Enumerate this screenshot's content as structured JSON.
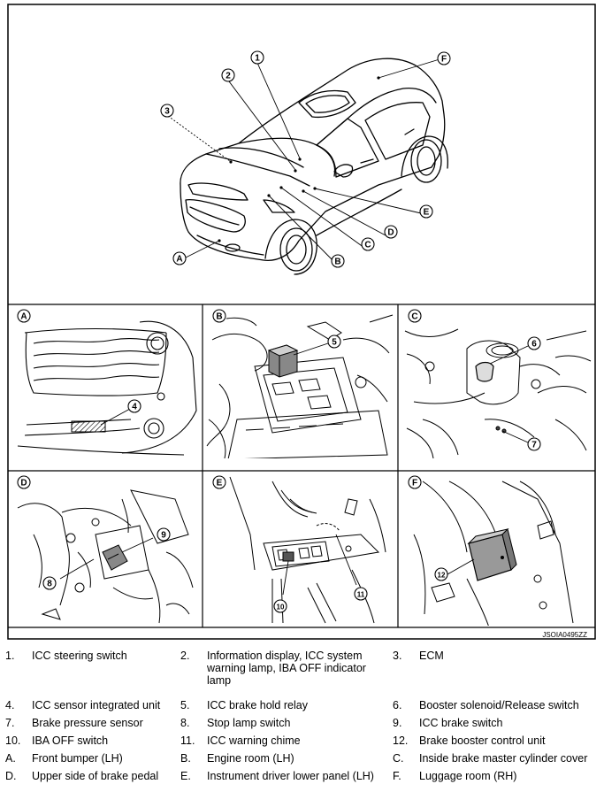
{
  "diagram": {
    "overview_callouts": [
      "1",
      "2",
      "3",
      "F",
      "E",
      "D",
      "C",
      "B",
      "A"
    ],
    "panel_letters": [
      "A",
      "B",
      "C",
      "D",
      "E",
      "F"
    ],
    "detail_callouts": [
      "4",
      "5",
      "6",
      "7",
      "8",
      "9",
      "10",
      "11",
      "12"
    ],
    "figure_code": "JSOIA0495ZZ"
  },
  "legend": [
    {
      "num": "1.",
      "text": "ICC steering switch"
    },
    {
      "num": "2.",
      "text": "Information display, ICC system warning lamp, IBA OFF indicator lamp"
    },
    {
      "num": "3.",
      "text": "ECM"
    },
    {
      "num": "4.",
      "text": "ICC sensor integrated unit"
    },
    {
      "num": "5.",
      "text": "ICC brake hold relay"
    },
    {
      "num": "6.",
      "text": "Booster solenoid/Release switch"
    },
    {
      "num": "7.",
      "text": "Brake pressure sensor"
    },
    {
      "num": "8.",
      "text": "Stop lamp switch"
    },
    {
      "num": "9.",
      "text": "ICC brake switch"
    },
    {
      "num": "10.",
      "text": "IBA OFF switch"
    },
    {
      "num": "11.",
      "text": "ICC warning chime"
    },
    {
      "num": "12.",
      "text": "Brake booster control unit"
    },
    {
      "num": "A.",
      "text": "Front bumper (LH)"
    },
    {
      "num": "B.",
      "text": "Engine room (LH)"
    },
    {
      "num": "C.",
      "text": "Inside brake master cylinder cover"
    },
    {
      "num": "D.",
      "text": "Upper side of brake pedal"
    },
    {
      "num": "E.",
      "text": "Instrument driver lower panel (LH)"
    },
    {
      "num": "F.",
      "text": "Luggage room (RH)"
    }
  ]
}
